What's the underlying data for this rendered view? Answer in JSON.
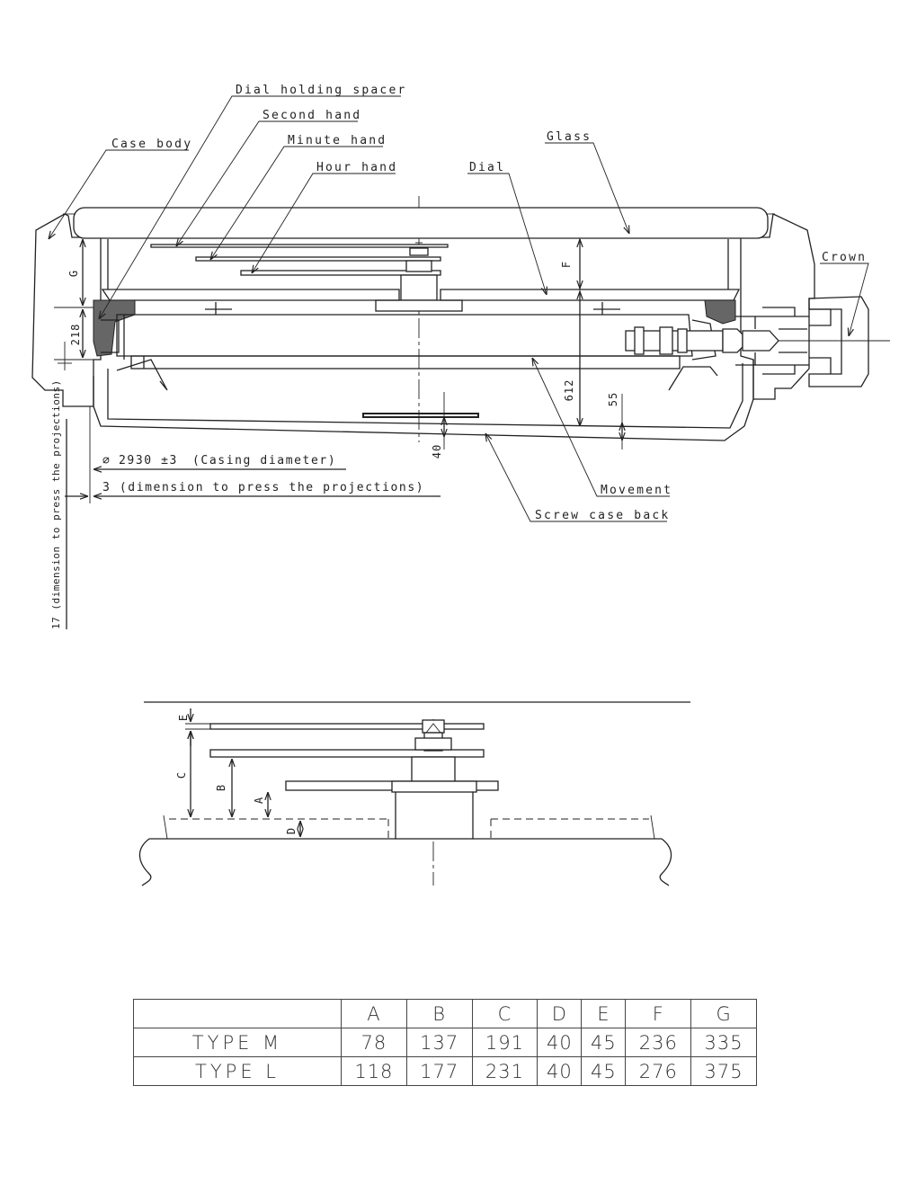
{
  "labels": {
    "dial_holding_spacer": "Dial holding spacer",
    "second_hand": "Second hand",
    "minute_hand": "Minute hand",
    "hour_hand": "Hour hand",
    "case_body": "Case body",
    "glass": "Glass",
    "dial": "Dial",
    "crown": "Crown",
    "movement": "Movement",
    "screw_case_back": "Screw case back"
  },
  "dimensions": {
    "casing_diameter_value": "2930 ±3",
    "casing_diameter_text": "(Casing diameter)",
    "press_projections": "3 (dimension to press the projections)",
    "press_projections_vertical": "17 (dimension to press the projections)",
    "d218": "218",
    "d612": "612",
    "d55": "55",
    "d40": "40",
    "F": "F",
    "G": "G"
  },
  "detail_labels": {
    "A": "A",
    "B": "B",
    "C": "C",
    "D": "D",
    "E": "E"
  },
  "spec_table": {
    "columns": [
      "A",
      "B",
      "C",
      "D",
      "E",
      "F",
      "G"
    ],
    "rows": [
      {
        "name": "TYPE M",
        "values": [
          "78",
          "137",
          "191",
          "40",
          "45",
          "236",
          "335"
        ]
      },
      {
        "name": "TYPE L",
        "values": [
          "118",
          "177",
          "231",
          "40",
          "45",
          "276",
          "375"
        ]
      }
    ]
  }
}
